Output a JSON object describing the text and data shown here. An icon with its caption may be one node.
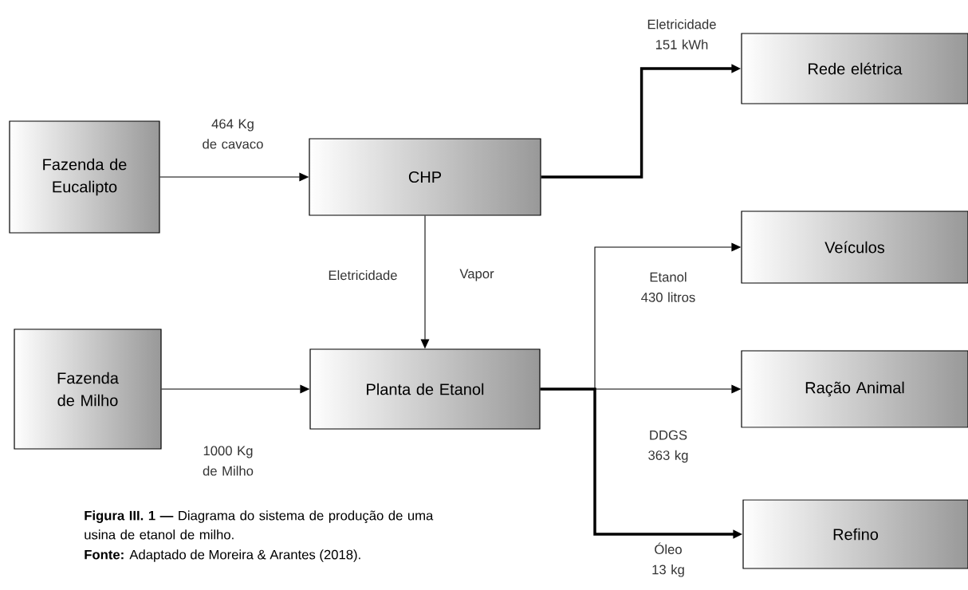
{
  "diagram": {
    "caption": "**Figura III. 1 —** Diagrama do sistema de produção de uma usina de etanol de milho.",
    "nodes": [
      {
        "text": [
          "Fazenda de Eucalipto"
        ]
      },
      {
        "text": [
          "CHP"
        ]
      },
      {
        "text": [
          "Rede elétrica"
        ]
      },
      {
        "text": [
          "Fazenda de Milho"
        ]
      },
      {
        "text": [
          "Planta de Etanol"
        ]
      },
      {
        "text": [
          "Veículos"
        ]
      },
      {
        "text": [
          "Ração Animal"
        ]
      },
      {
        "text": [
          "Refino"
        ]
      }
    ],
    "edges": [
      {
        "from": 0,
        "to": 1,
        "arrow": "to",
        "label": "464 Kg de cavaco"
      },
      {
        "from": 1,
        "to": 2,
        "arrow": "to",
        "label": "Eletricidade 151 kWh",
        "style": "thick"
      },
      {
        "from": 1,
        "to": 4,
        "arrow": "to",
        "label": "Eletricidade"
      },
      {
        "from": 3,
        "to": 4,
        "arrow": "to",
        "label": "1000 Kg de Milho"
      },
      {
        "from": 4,
        "to": 5,
        "arrow": "to",
        "label": "Etanol 430 litros"
      },
      {
        "from": 4,
        "to": 6,
        "arrow": "to",
        "label": "DDGS 363 kg"
      },
      {
        "from": 4,
        "to": 7,
        "arrow": "to",
        "label": "Óleo 13 kg",
        "style": "thick"
      }
    ],
    "labels": [
      "Vapor",
      "**Fonte:** Adaptado de Moreira & Arantes (2018)."
    ]
  }
}
